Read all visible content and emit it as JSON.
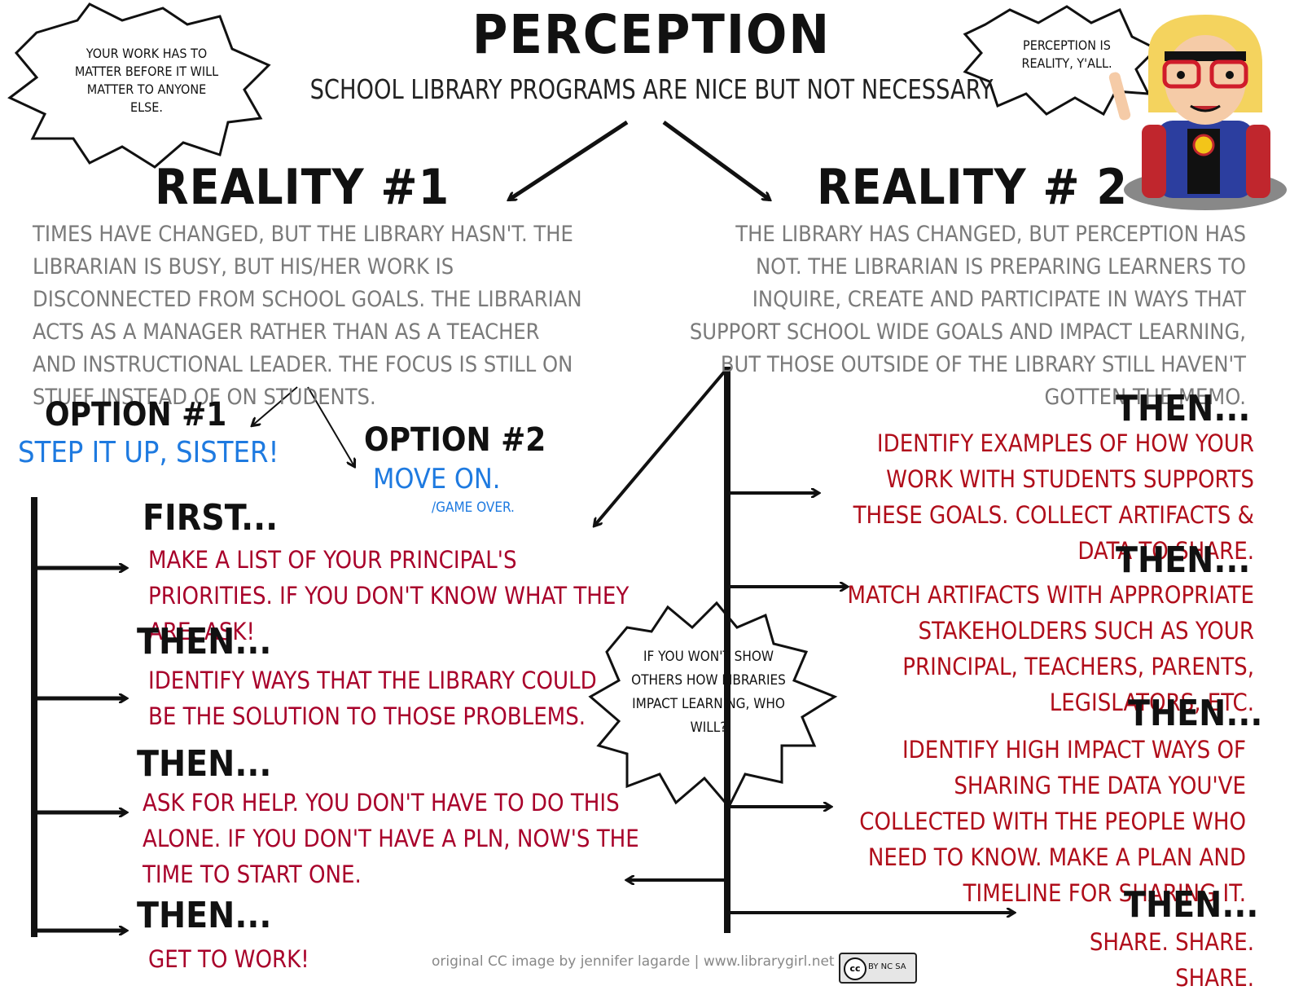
{
  "header": {
    "title": "PERCEPTION",
    "subtitle": "SCHOOL LIBRARY PROGRAMS ARE NICE BUT NOT NECESSARY"
  },
  "bubbles": {
    "top_left": "YOUR WORK HAS TO MATTER BEFORE IT WILL MATTER TO ANYONE ELSE.",
    "top_right": "PERCEPTION IS REALITY, Y'ALL.",
    "center": "IF YOU WON'T SHOW OTHERS HOW LIBRARIES IMPACT LEARNING, WHO WILL?"
  },
  "reality1": {
    "heading": "REALITY #1",
    "text": "TIMES HAVE CHANGED, BUT THE LIBRARY HASN'T. THE LIBRARIAN IS BUSY, BUT HIS/HER WORK IS DISCONNECTED FROM SCHOOL GOALS.  THE LIBRARIAN ACTS AS A MANAGER RATHER THAN AS A TEACHER AND INSTRUCTIONAL LEADER. THE FOCUS IS STILL ON STUFF INSTEAD OF ON STUDENTS.",
    "option1": {
      "label": "OPTION #1",
      "text": "STEP IT UP, SISTER!"
    },
    "option2": {
      "label": "OPTION #2",
      "text": "MOVE ON.",
      "note": "/GAME OVER."
    },
    "steps": [
      {
        "label": "FIRST...",
        "text": "MAKE A LIST OF YOUR PRINCIPAL'S PRIORITIES. IF YOU DON'T KNOW WHAT THEY ARE, ASK!"
      },
      {
        "label": "THEN...",
        "text": "IDENTIFY WAYS THAT THE LIBRARY COULD BE THE SOLUTION TO THOSE PROBLEMS."
      },
      {
        "label": "THEN...",
        "text": "ASK FOR HELP.  YOU DON'T HAVE TO DO THIS ALONE.  IF YOU DON'T HAVE A PLN, NOW'S THE TIME TO START ONE."
      },
      {
        "label": "THEN...",
        "text": "GET TO WORK!"
      }
    ]
  },
  "reality2": {
    "heading": "REALITY # 2",
    "text": "THE LIBRARY HAS CHANGED, BUT PERCEPTION HAS NOT.  THE LIBRARIAN IS PREPARING LEARNERS TO INQUIRE, CREATE AND PARTICIPATE IN WAYS THAT SUPPORT SCHOOL WIDE GOALS AND IMPACT LEARNING, BUT THOSE OUTSIDE OF THE LIBRARY STILL HAVEN'T GOTTEN THE MEMO.",
    "steps": [
      {
        "label": "THEN...",
        "text": "IDENTIFY EXAMPLES OF HOW YOUR WORK WITH STUDENTS SUPPORTS THESE GOALS. COLLECT ARTIFACTS & DATA TO SHARE."
      },
      {
        "label": "THEN...",
        "text": "MATCH ARTIFACTS WITH APPROPRIATE STAKEHOLDERS SUCH AS YOUR PRINCIPAL, TEACHERS, PARENTS, LEGISLATORS, ETC."
      },
      {
        "label": "THEN...",
        "text": "IDENTIFY HIGH IMPACT WAYS OF SHARING THE DATA YOU'VE COLLECTED WITH THE PEOPLE WHO NEED TO KNOW.  MAKE A PLAN AND TIMELINE FOR SHARING IT."
      },
      {
        "label": "THEN...",
        "text": "SHARE. SHARE. SHARE."
      }
    ]
  },
  "footer": {
    "credit": "original CC image by jennifer lagarde  |  www.librarygirl.net",
    "license": "BY NC SA"
  },
  "colors": {
    "red": "#a8002a",
    "blue": "#1e7ae0",
    "gray": "#7a7a7a",
    "ink": "#111111"
  },
  "icons": [
    "librarygirl-character",
    "starburst-bubble",
    "cc-license-badge",
    "arrow-icon"
  ]
}
